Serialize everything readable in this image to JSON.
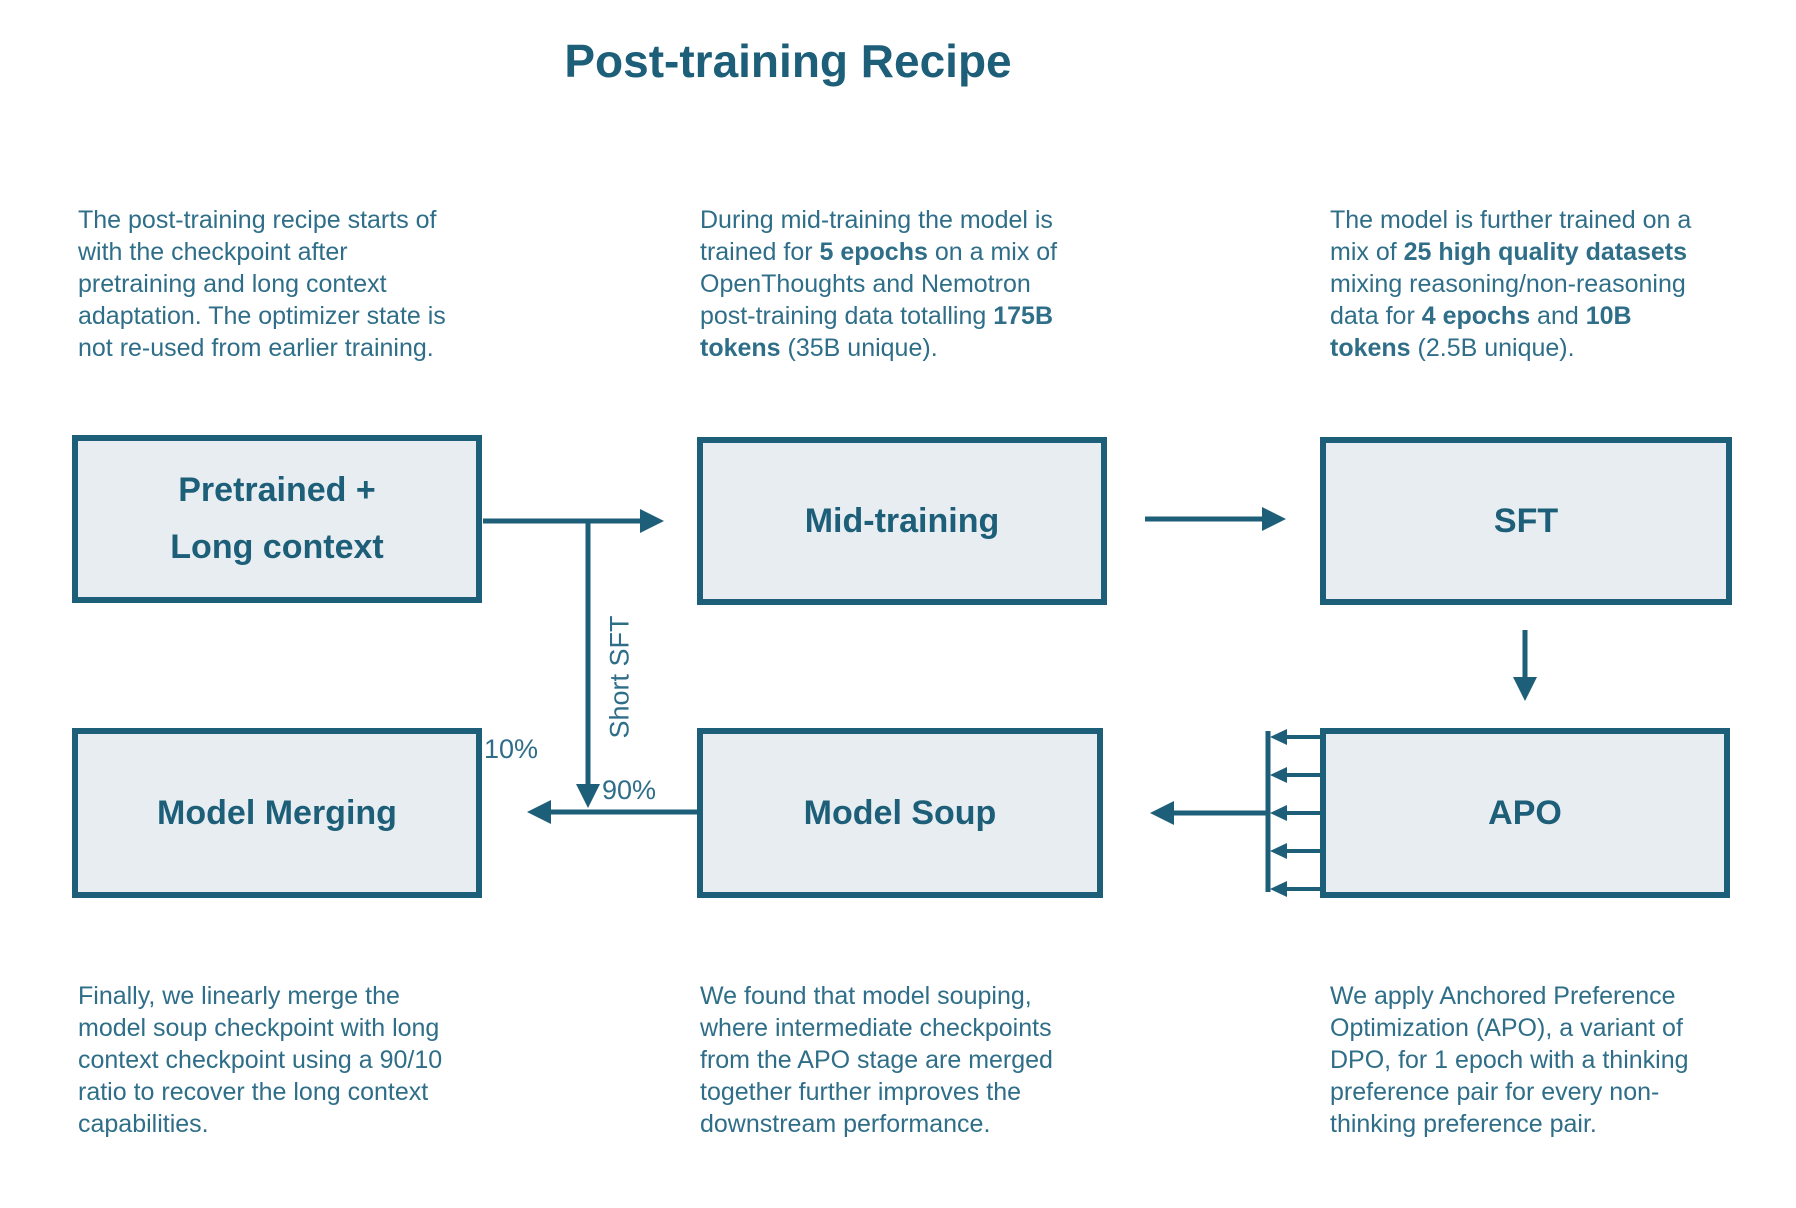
{
  "title": "Post-training Recipe",
  "colors": {
    "accent": "#1d5e79",
    "text": "#2f6e88",
    "box_fill": "#e7edf0"
  },
  "paragraphs": {
    "top_left": [
      {
        "t": "The post-training recipe starts of\nwith the checkpoint after\npretraining and long context\nadaptation. The optimizer state is\nnot re-used from earlier training."
      }
    ],
    "top_middle": [
      {
        "t": "During mid-training the model is\ntrained for "
      },
      {
        "t": "5 epochs",
        "b": true
      },
      {
        "t": " on a mix  of\nOpenThoughts and Nemotron\npost-training data totalling "
      },
      {
        "t": "175B\ntokens",
        "b": true
      },
      {
        "t": " (35B unique)."
      }
    ],
    "top_right": [
      {
        "t": "The model is further trained on a\nmix of "
      },
      {
        "t": "25 high quality datasets",
        "b": true
      },
      {
        "t": "\nmixing reasoning/non-reasoning\ndata for "
      },
      {
        "t": "4 epochs",
        "b": true
      },
      {
        "t": " and "
      },
      {
        "t": "10B\ntokens",
        "b": true
      },
      {
        "t": " (2.5B unique)."
      }
    ],
    "bottom_left": [
      {
        "t": "Finally, we linearly merge the\nmodel soup checkpoint with long\ncontext checkpoint using a 90/10\nratio to recover the long context\ncapabilities."
      }
    ],
    "bottom_middle": [
      {
        "t": "We found that model souping,\nwhere intermediate checkpoints\nfrom the APO stage are merged\ntogether further improves the\ndownstream performance."
      }
    ],
    "bottom_right": [
      {
        "t": "We apply Anchored Preference\nOptimization (APO), a variant of\nDPO,  for 1 epoch with a thinking\npreference pair for every non-\nthinking preference pair."
      }
    ]
  },
  "boxes": {
    "pretrained": {
      "lines": [
        "Pretrained +",
        "Long context"
      ]
    },
    "mid_training": {
      "label": "Mid-training"
    },
    "sft": {
      "label": "SFT"
    },
    "model_merging": {
      "label": "Model Merging"
    },
    "model_soup": {
      "label": "Model Soup"
    },
    "apo": {
      "label": "APO"
    }
  },
  "edge_labels": {
    "short_sft": "Short SFT",
    "ten_percent": "10%",
    "ninety_percent": "90%"
  }
}
